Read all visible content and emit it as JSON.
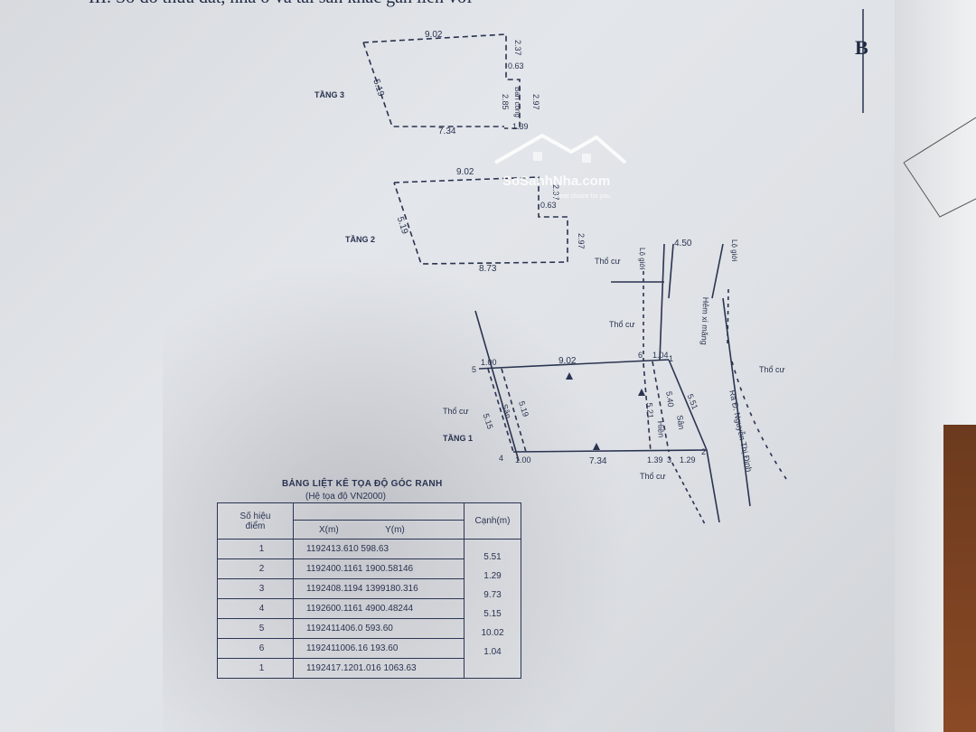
{
  "document": {
    "heading": "III. Sơ đồ thửa đất, nhà ở và tài sản khác gắn liền với",
    "page_letter": "B"
  },
  "watermark": {
    "brand": "SoSanhNha.com",
    "tagline": "Great choice for you"
  },
  "floor3": {
    "label": "TẦNG 3",
    "top": "9.02",
    "left": "5.19",
    "bottom": "7.34",
    "right_upper": "2.37",
    "inner": "0.63",
    "right_lower": "2.85",
    "balcony_right": "2.97",
    "balcony_bottom": "1.39",
    "balcony_label": "Ban công"
  },
  "floor2": {
    "label": "TẦNG 2",
    "top": "9.02",
    "left": "5.19",
    "bottom": "8.73",
    "right": "2.97",
    "inner": "0.63",
    "inner2": "2.37"
  },
  "floor1": {
    "label": "TẦNG 1",
    "top": "9.02",
    "bottom": "7.34",
    "left_outer": "5.15",
    "left_inner": "5.19",
    "right_a": "5.21",
    "right_b": "5.40",
    "right_c": "5.51",
    "top_left": "1.00",
    "bottom_left": "1.00",
    "top_right": "1.04",
    "bottom_r1": "1.39",
    "bottom_r2": "1.29",
    "san_left": "Sân",
    "hien": "Hiên",
    "san_right": "Sân",
    "pt1": "1",
    "pt2": "2",
    "pt3": "3",
    "pt4": "4",
    "pt5": "5",
    "pt6": "6"
  },
  "surroundings": {
    "lot_gioi_left": "Lộ giới",
    "lot_gioi_right": "Lộ giới",
    "road_width": "4.50",
    "alley": "Hẻm xi măng",
    "street": "Ra Đ. Nguyễn Thị Định",
    "tho_cu": "Thổ cư"
  },
  "table": {
    "title": "BẢNG LIỆT KÊ TỌA ĐỘ GÓC RANH",
    "subtitle": "(Hệ tọa độ VN2000)",
    "headers": {
      "point_line1": "Số hiệu",
      "point_line2": "điểm",
      "x": "X(m)",
      "y": "Y(m)",
      "edge": "Cạnh(m)"
    },
    "rows": [
      {
        "point": "1",
        "coords": "1192413.610   598.63"
      },
      {
        "point": "2",
        "coords": "1192400.1161   1900.58146"
      },
      {
        "point": "3",
        "coords": "1192408.1194   1399180.316"
      },
      {
        "point": "4",
        "coords": "1192600.1161   4900.48244"
      },
      {
        "point": "5",
        "coords": "1192411406.0   593.60"
      },
      {
        "point": "6",
        "coords": "1192411006.16   193.60"
      },
      {
        "point": "1",
        "coords": "1192417.1201.016   1063.63"
      }
    ],
    "edges": [
      "5.51",
      "1.29",
      "9.73",
      "5.15",
      "10.02",
      "1.04"
    ]
  }
}
